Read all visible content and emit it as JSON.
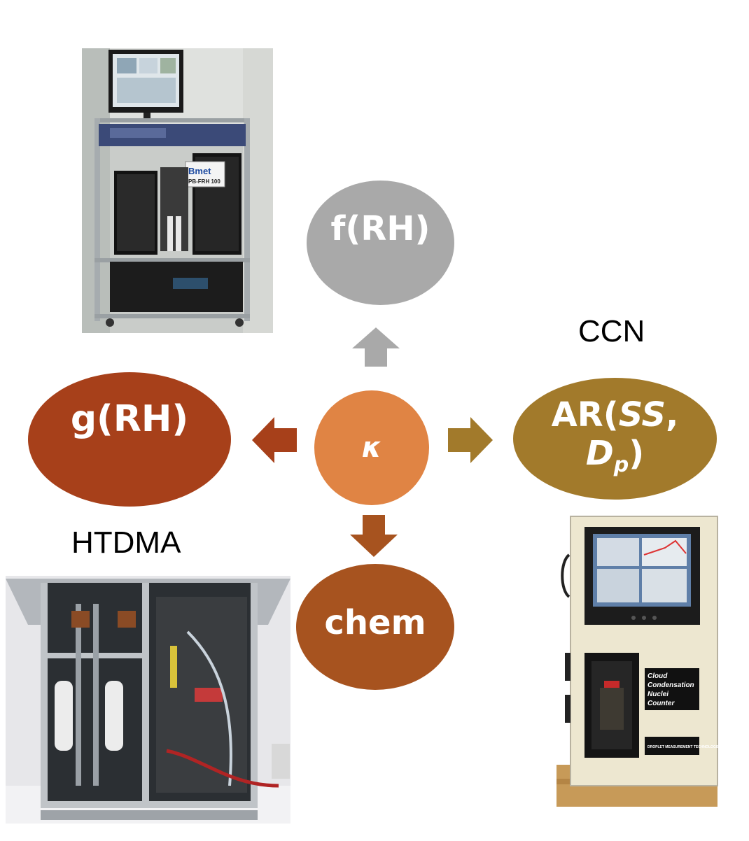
{
  "nodes": {
    "center": {
      "text": "κ",
      "color": "#E08444"
    },
    "frh": {
      "text": "f(RH)",
      "color": "#A9A9A9"
    },
    "grh": {
      "text": "g(RH)",
      "color": "#A7401A"
    },
    "ar": {
      "line1_prefix": "AR(",
      "line1_italic": "SS",
      "line1_suffix": ",",
      "line2_italic": "D",
      "line2_sub": "p",
      "line2_suffix": ")",
      "color": "#A27A2B"
    },
    "chem": {
      "text": "chem",
      "color": "#A7531F"
    }
  },
  "labels": {
    "ccn": "CCN",
    "htdma": "HTDMA"
  },
  "photos": {
    "nephelometer": {
      "brand": "Bmet",
      "model": "PB-FRH 100"
    },
    "ccn_counter": {
      "panel_line1": "Cloud",
      "panel_line2": "Condensation",
      "panel_line3": "Nuclei",
      "panel_line4": "Counter",
      "footer": "DROPLET MEASUREMENT TECHNOLOGIES"
    }
  },
  "colors": {
    "arrow_up": "#A9A9A9",
    "arrow_left": "#A7401A",
    "arrow_right": "#A27A2B",
    "arrow_down": "#A7531F"
  }
}
